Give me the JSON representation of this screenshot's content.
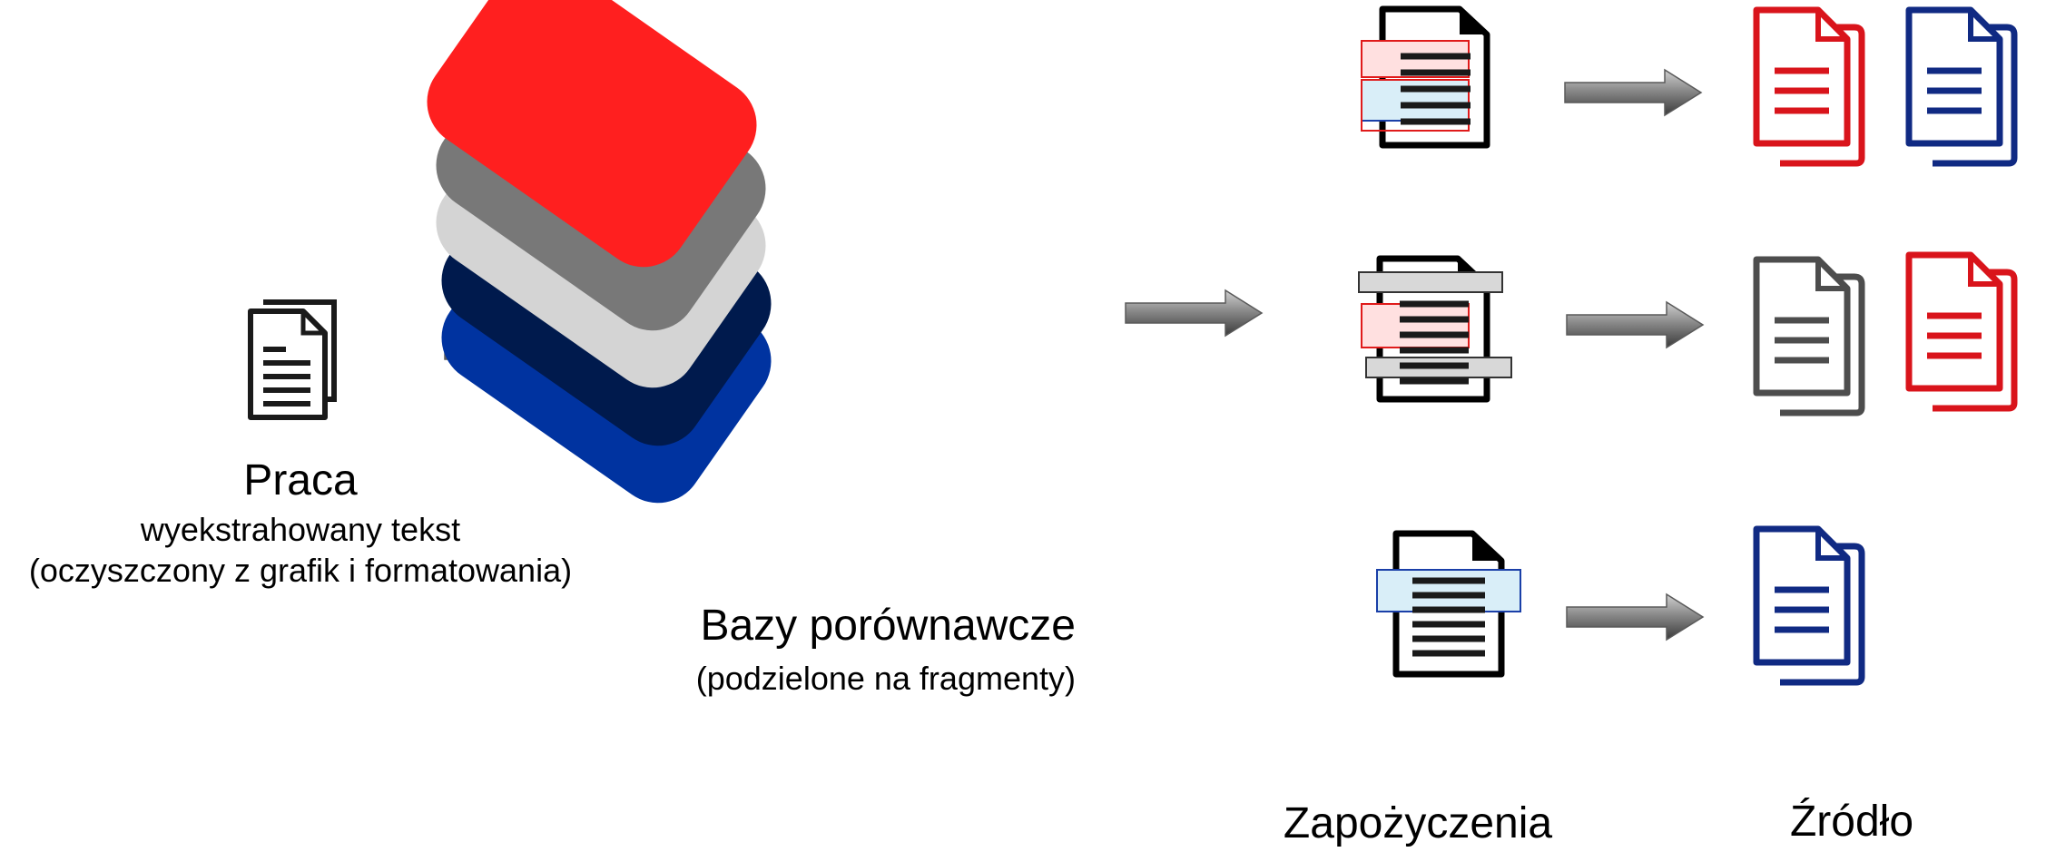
{
  "source": {
    "title": "Praca",
    "line1": "wyekstrahowany tekst",
    "line2": "(oczyszczony z grafik i formatowania)"
  },
  "databases": {
    "title": "Bazy porównawcze",
    "subtitle": "(podzielone na fragmenty)",
    "layers": [
      "#0033a0",
      "#001a4d",
      "#d4d4d4",
      "#787878",
      "#ff1f1f"
    ],
    "icon": "database-icon"
  },
  "columns": {
    "borrowings": "Zapożyczenia",
    "source": "Źródło"
  },
  "colors": {
    "red": "#d9141b",
    "navy": "#102a83",
    "gray": "#4d4d4d",
    "red_band": "#ffe0e0",
    "blue_band": "#d9eef8",
    "gray_band": "#d8d8d8"
  }
}
